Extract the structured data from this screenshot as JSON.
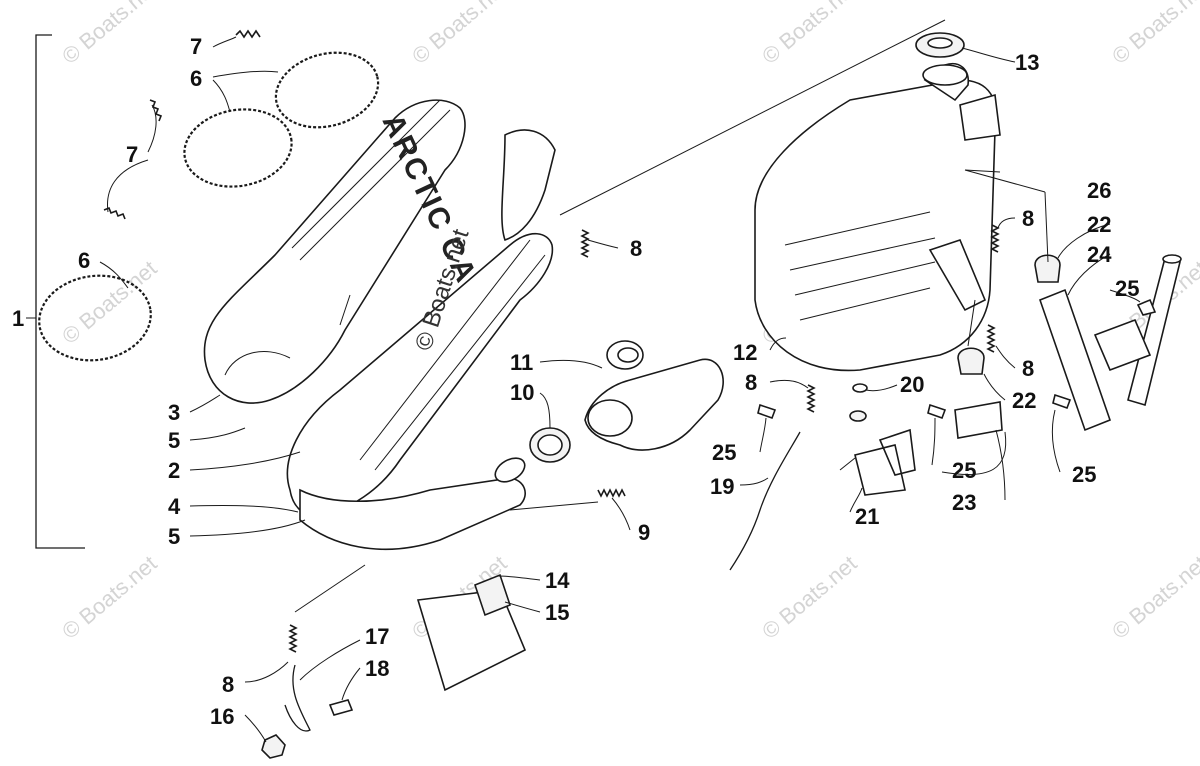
{
  "watermark": {
    "text": "© Boats.net",
    "center_text": "© Boats.net"
  },
  "brand_text": "ARCTIC CAT",
  "callouts": [
    "1",
    "2",
    "3",
    "4",
    "5",
    "5",
    "6",
    "6",
    "7",
    "7",
    "8",
    "8",
    "8",
    "8",
    "8",
    "9",
    "10",
    "11",
    "12",
    "13",
    "14",
    "15",
    "16",
    "17",
    "18",
    "19",
    "20",
    "21",
    "22",
    "22",
    "23",
    "24",
    "25",
    "25",
    "25",
    "25",
    "25",
    "26"
  ]
}
